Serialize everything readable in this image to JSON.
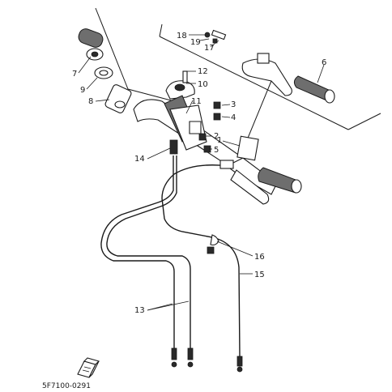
{
  "diagram": {
    "part_code": "5F7100-0291",
    "callouts": {
      "c1": "1",
      "c2": "2",
      "c3": "3",
      "c4": "4",
      "c5": "5",
      "c6": "6",
      "c7": "7",
      "c8": "8",
      "c9": "9",
      "c10": "10",
      "c11": "11",
      "c12": "12",
      "c13": "13",
      "c14": "14",
      "c15": "15",
      "c16": "16",
      "c17": "17",
      "c18": "18",
      "c19": "19"
    }
  }
}
